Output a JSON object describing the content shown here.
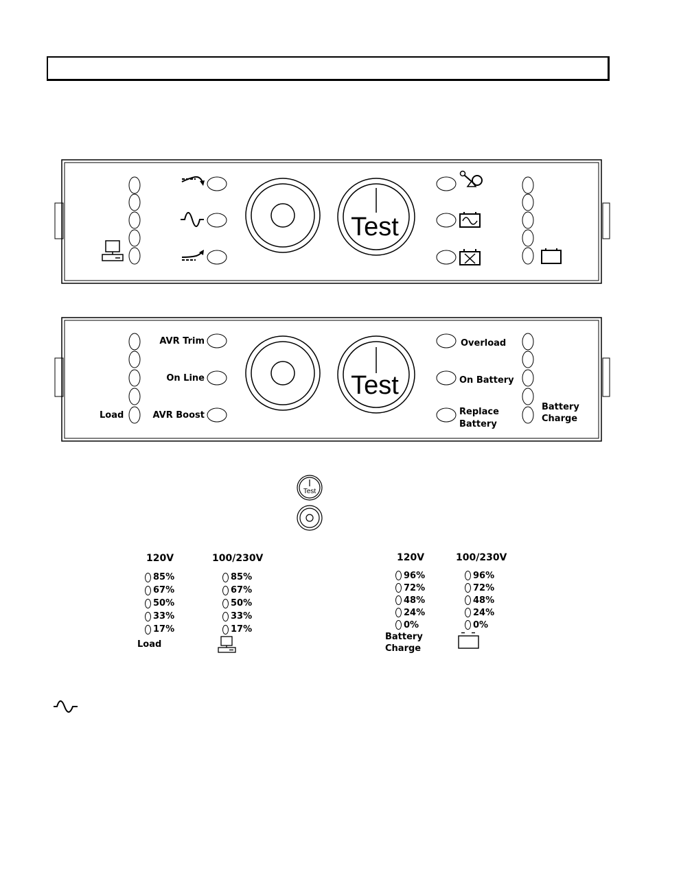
{
  "header": {
    "title": ""
  },
  "panel_labeled": {
    "left_indicators": [
      "AVR Trim",
      "On Line",
      "AVR Boost"
    ],
    "right_indicators": [
      "Overload",
      "On Battery",
      "Replace",
      "Battery"
    ],
    "load_label": "Load",
    "battery_charge_label": [
      "Battery",
      "Charge"
    ]
  },
  "panel_icons": {
    "left_icons": [
      "avr-trim-icon",
      "online-sine-icon",
      "avr-boost-icon"
    ],
    "right_icons": [
      "overload-icon",
      "on-battery-icon",
      "replace-battery-icon"
    ],
    "load_icon": "computer-icon",
    "battery_icon": "battery-icon"
  },
  "test_button": {
    "label": "Test"
  },
  "load_legend": {
    "col1_header": "120V",
    "col2_header": "100/230V",
    "col1_values": [
      "85%",
      "67%",
      "50%",
      "33%",
      "17%"
    ],
    "col2_values": [
      "85%",
      "67%",
      "50%",
      "33%",
      "17%"
    ],
    "label": "Load"
  },
  "battery_legend": {
    "col1_header": "120V",
    "col2_header": "100/230V",
    "col1_values": [
      "96%",
      "72%",
      "48%",
      "24%",
      "0%"
    ],
    "col2_values": [
      "96%",
      "72%",
      "48%",
      "24%",
      "0%"
    ],
    "label_line1": "Battery",
    "label_line2": "Charge"
  }
}
